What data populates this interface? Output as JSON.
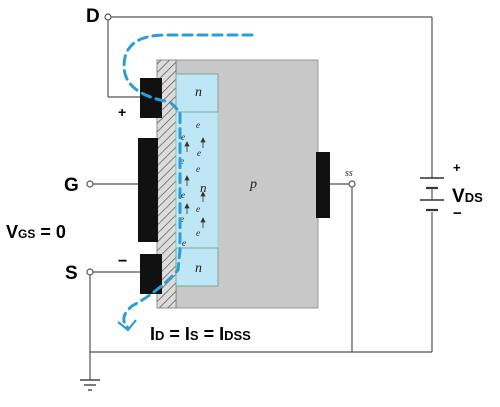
{
  "terminals": {
    "drain": "D",
    "gate": "G",
    "source": "S",
    "substrate": "SS"
  },
  "regions": {
    "drain_n": "n",
    "source_n": "n",
    "channel_n": "n",
    "substrate_p": "p"
  },
  "electron_label": "e",
  "bias": {
    "vgs_main": "V",
    "vgs_sub": "GS",
    "vgs_value": " = 0",
    "vds_main": "V",
    "vds_sub": "DS",
    "plus_sign": "+",
    "minus_sign": "−"
  },
  "current_relation": {
    "i1": "I",
    "s1": "D",
    "eq1": " = I",
    "s2": "S",
    "eq2": " = I",
    "s3": "DSS"
  },
  "colors": {
    "flow": "#2a9fd6",
    "substrate": "#c8c8c8",
    "n_region": "#bfe6f5",
    "metal": "#111111",
    "wire": "#555555"
  }
}
